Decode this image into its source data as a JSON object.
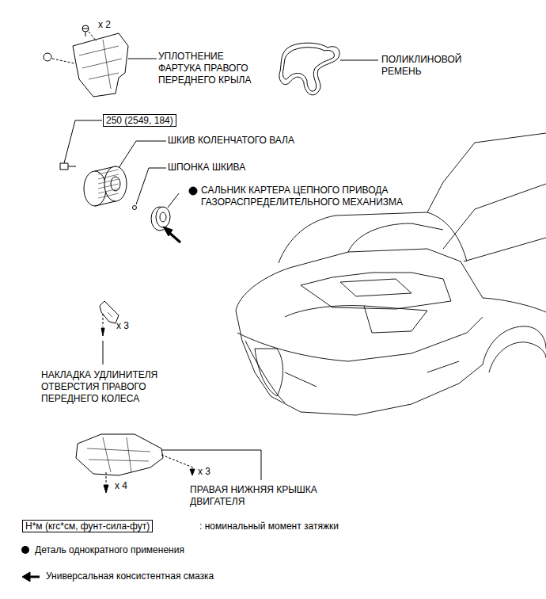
{
  "diagram": {
    "nodes": [
      {
        "text": [
          "250 (2549, 184)"
        ]
      },
      {
        "text": [
          "Н*м (кгс*см, фунт-сила-фут)"
        ]
      }
    ],
    "labels": [
      "x 2",
      "УПЛОТНЕНИЕ ФАРТУКА ПРАВОГО ПЕРЕДНЕГО КРЫЛА",
      "ПОЛИКЛИНОВОЙ РЕМЕНЬ",
      "ШКИВ КОЛЕНЧАТОГО ВАЛА",
      "ШПОНКА ШКИВА",
      "САЛЬНИК КАРТЕРА ЦЕПНОГО ПРИВОДА ГАЗОРАСПРЕДЕЛИТЕЛЬНОГО МЕХАНИЗМА",
      "x 3",
      "НАКЛАДКА УДЛИНИТЕЛЯ ОТВЕРСТИЯ ПРАВОГО ПЕРЕДНЕГО КОЛЕСА",
      "x 3",
      "x 4",
      "ПРАВАЯ НИЖНЯЯ КРЫШКА ДВИГАТЕЛЯ",
      ": номинальный момент затяжки"
    ],
    "legend": [
      {
        "text": "Деталь однократного применения"
      },
      {
        "text": "Универсальная консистентная смазка"
      }
    ]
  }
}
